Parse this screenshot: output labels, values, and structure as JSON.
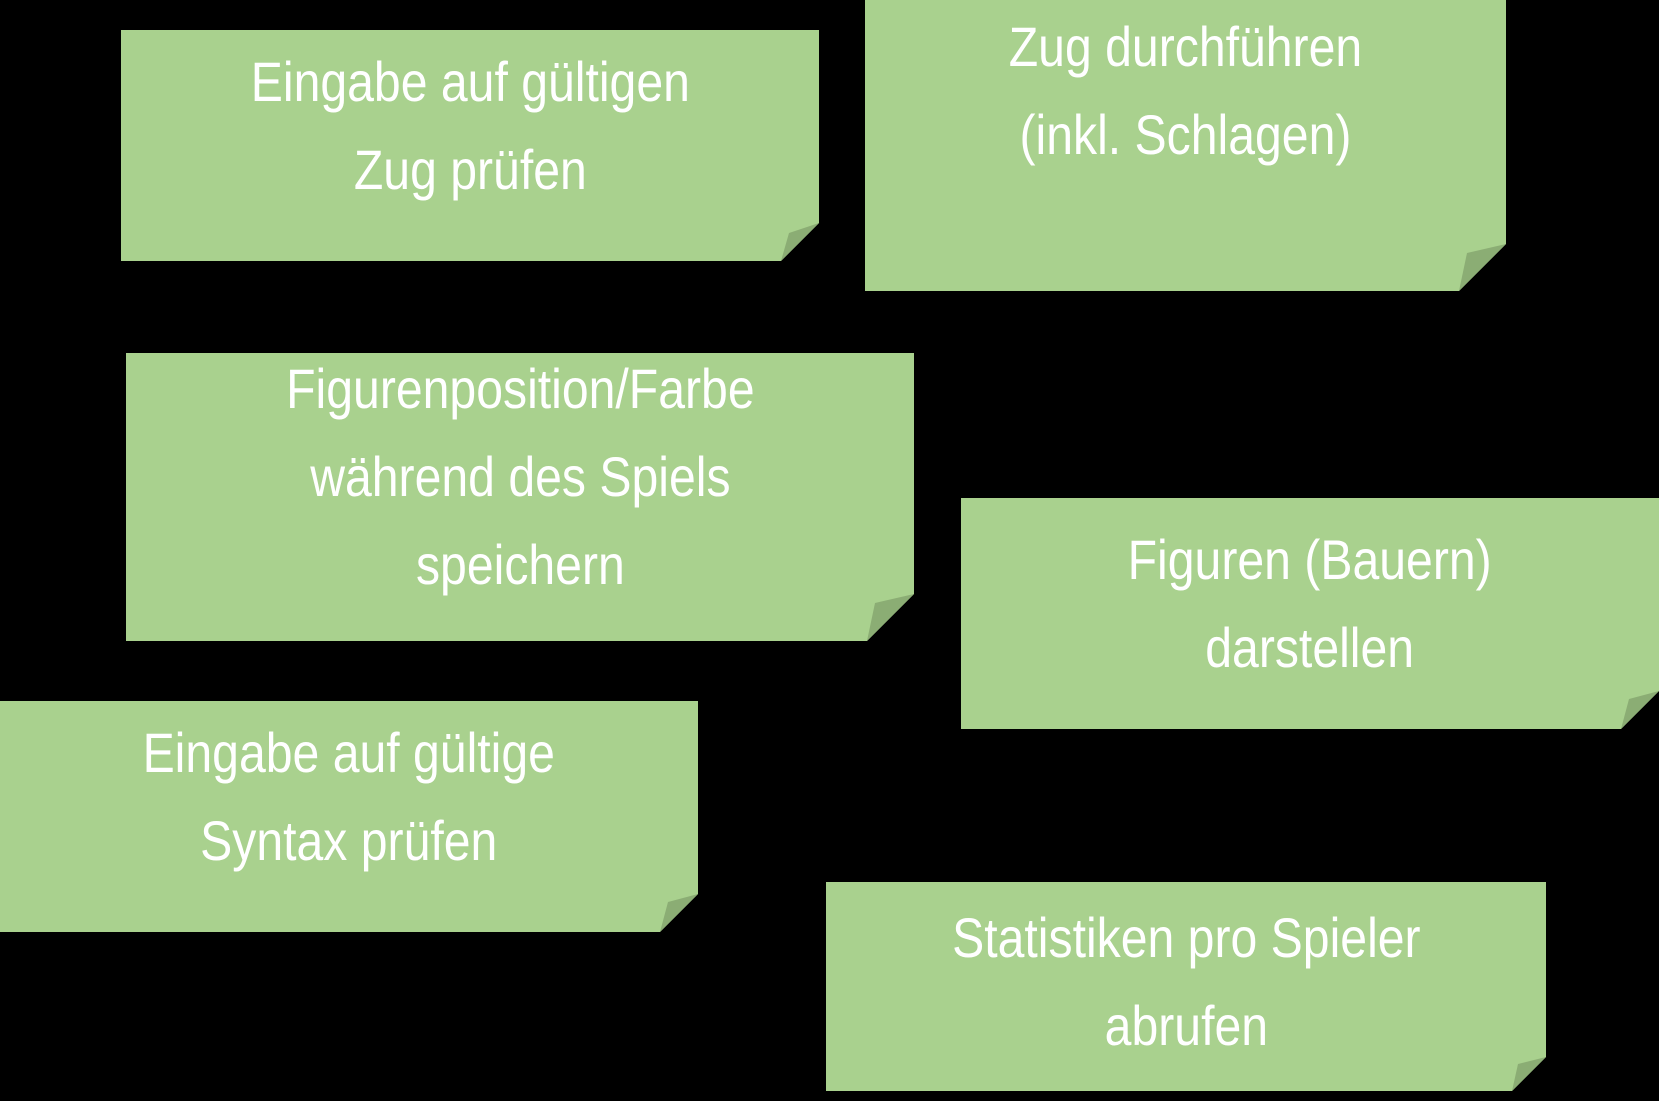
{
  "colors": {
    "background": "#000000",
    "note_fill": "#A9D18E",
    "note_fold": "#8BAD74",
    "note_text": "#FFFFFF"
  },
  "notes": [
    {
      "id": "pruefe-zug",
      "lines": [
        "Eingabe auf gültigen",
        "Zug prüfen"
      ]
    },
    {
      "id": "zug-durchfuehren",
      "lines": [
        "Zug durchführen",
        "(inkl. Schlagen)"
      ]
    },
    {
      "id": "position-speichern",
      "lines": [
        "Figurenposition/Farbe",
        "während des Spiels",
        "speichern"
      ]
    },
    {
      "id": "figuren-darstellen",
      "lines": [
        "Figuren (Bauern)",
        "darstellen"
      ]
    },
    {
      "id": "syntax-pruefen",
      "lines": [
        "Eingabe auf gültige",
        "Syntax prüfen"
      ]
    },
    {
      "id": "statistiken",
      "lines": [
        "Statistiken pro Spieler",
        "abrufen"
      ]
    }
  ]
}
